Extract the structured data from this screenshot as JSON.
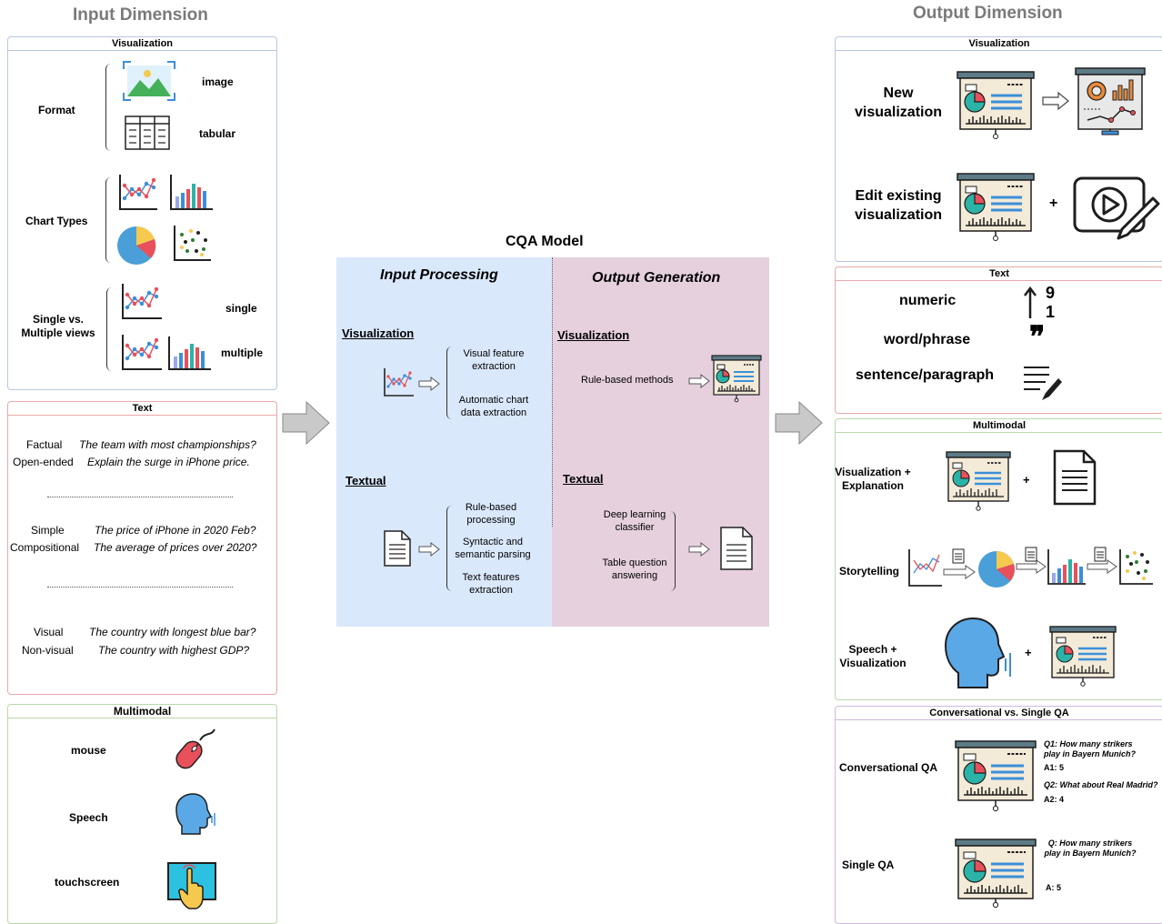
{
  "input": {
    "title": "Input Dimension",
    "visualization": {
      "header": "Visualization",
      "format_label": "Format",
      "image_label": "image",
      "tabular_label": "tabular",
      "chart_types_label": "Chart Types",
      "single_multiple_label": "Single vs.\nMultiple views",
      "single_label": "single",
      "multiple_label": "multiple"
    },
    "text": {
      "header": "Text",
      "rows": [
        {
          "label": "Factual",
          "example": "The team with most championships?"
        },
        {
          "label": "Open-ended",
          "example": "Explain the surge in iPhone price."
        },
        {
          "label": "Simple",
          "example": "The price of iPhone in 2020 Feb?"
        },
        {
          "label": "Compositional",
          "example": "The average of prices over 2020?"
        },
        {
          "label": "Visual",
          "example": "The country with longest blue bar?"
        },
        {
          "label": "Non-visual",
          "example": "The country with highest GDP?"
        }
      ]
    },
    "multimodal": {
      "header": "Multimodal",
      "items": [
        "mouse",
        "Speech",
        "touchscreen"
      ]
    }
  },
  "model": {
    "title": "CQA Model",
    "input_processing": "Input Processing",
    "output_generation": "Output Generation",
    "ip_vis_label": "Visualization",
    "ip_vis_items": [
      "Visual feature\nextraction",
      "Automatic chart\ndata extraction"
    ],
    "ip_text_label": "Textual",
    "ip_text_items": [
      "Rule-based\nprocessing",
      "Syntactic and\nsemantic parsing",
      "Text features\nextraction"
    ],
    "og_vis_label": "Visualization",
    "og_vis_item": "Rule-based methods",
    "og_text_label": "Textual",
    "og_text_items": [
      "Deep learning\nclassifier",
      "Table question\nanswering"
    ]
  },
  "output": {
    "title": "Output Dimension",
    "visualization": {
      "header": "Visualization",
      "new_label": "New\nvisualization",
      "edit_label": "Edit existing\nvisualization",
      "plus": "+"
    },
    "text": {
      "header": "Text",
      "numeric": "numeric",
      "word": "word/phrase",
      "sentence": "sentence/paragraph",
      "num_top": "9",
      "num_bottom": "1",
      "quote": "❞"
    },
    "multimodal": {
      "header": "Multimodal",
      "vis_expl": "Visualization +\nExplanation",
      "storytelling": "Storytelling",
      "speech_vis": "Speech +\nVisualization",
      "plus": "+"
    },
    "conv": {
      "header": "Conversational vs. Single QA",
      "conv_label": "Conversational QA",
      "single_label": "Single QA",
      "q1": "Q1: How many strikers\nplay in Bayern Munich?",
      "a1": "A1: 5",
      "q2": "Q2: What about Real Madrid?",
      "a2": "A2: 4",
      "q": "Q: How many strikers\nplay in Bayern Munich?",
      "a": "A: 5"
    }
  },
  "colors": {
    "ip_bg": "#dae8fc",
    "og_bg": "#e6d0de",
    "red": "#e8505b",
    "blue": "#3b8fd9",
    "teal": "#2bb3a8",
    "yellow": "#f5c94e",
    "dark": "#1e1e1e",
    "board_top": "#5d7b87"
  }
}
